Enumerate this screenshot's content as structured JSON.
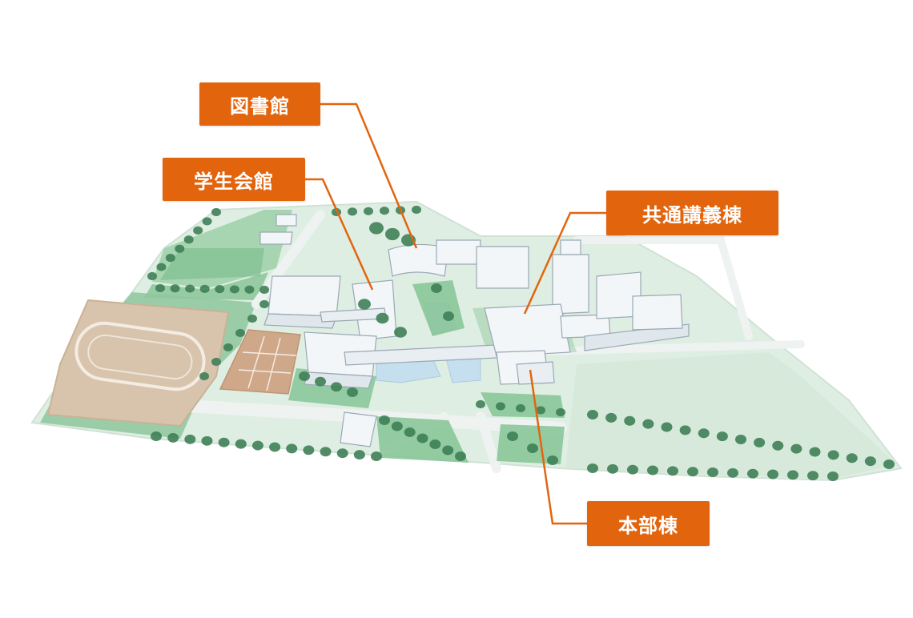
{
  "colors": {
    "accent": "#e2650e",
    "grass": "#9fd0a8",
    "grass_dark": "#72b883",
    "tree": "#3f7f57",
    "building": "#f3f6f8",
    "road": "#e8efec",
    "water": "#c6dfee",
    "track": "#d9c7b2"
  },
  "map": {
    "icons": [
      "campus-ground",
      "track-field",
      "tennis-courts",
      "buildings",
      "trees",
      "pond",
      "roads"
    ]
  },
  "labels": {
    "library": "図書館",
    "student_hall": "学生会館",
    "common_lecture": "共通講義棟",
    "admin": "本部棟"
  }
}
